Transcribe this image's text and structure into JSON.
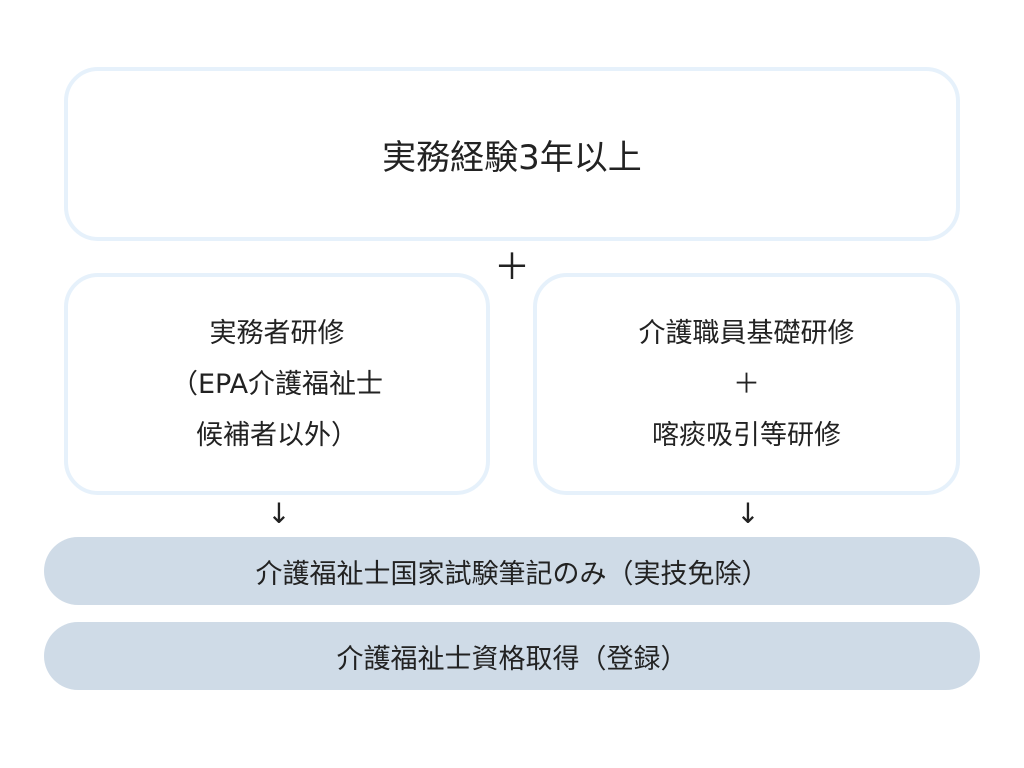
{
  "requirement_box": {
    "text": "実務経験3年以上"
  },
  "connector_plus": "＋",
  "left_box": {
    "lines": [
      "実務者研修",
      "（EPA介護福祉士",
      "候補者以外）"
    ]
  },
  "right_box": {
    "lines": [
      "介護職員基礎研修",
      "＋",
      "喀痰吸引等研修"
    ]
  },
  "arrows": {
    "left": "↓",
    "right": "↓"
  },
  "exam_step": {
    "text": "介護福祉士国家試験筆記のみ（実技免除）"
  },
  "qualification_step": {
    "text": "介護福祉士資格取得（登録）"
  },
  "colors": {
    "box_border": "#e6f1fb",
    "pill_fill": "#cfdbe7",
    "text": "#222222"
  }
}
